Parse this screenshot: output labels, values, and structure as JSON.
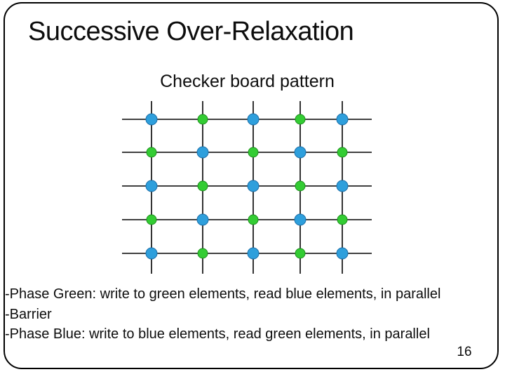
{
  "slide": {
    "title": "Successive Over-Relaxation",
    "subtitle": "Checker board pattern",
    "notes": [
      "-Phase Green: write to green elements, read blue elements, in parallel",
      "-Barrier",
      "-Phase Blue: write to blue elements, read green elements, in parallel"
    ],
    "page_number": "16",
    "border_color": "#000000",
    "background_color": "#ffffff",
    "text_color": "#0d0d0d"
  },
  "grid": {
    "rows": 5,
    "cols": 5,
    "col_x": [
      216,
      289,
      361,
      428,
      488
    ],
    "row_y": [
      170,
      217,
      265,
      313,
      361
    ],
    "h_extent": [
      174,
      530
    ],
    "v_extent": [
      144,
      390
    ],
    "line_color": "#000000",
    "line_width": 1.6,
    "pattern": [
      [
        "blue",
        "green",
        "blue",
        "green",
        "blue"
      ],
      [
        "green",
        "blue",
        "green",
        "blue",
        "green"
      ],
      [
        "blue",
        "green",
        "blue",
        "green",
        "blue"
      ],
      [
        "green",
        "blue",
        "green",
        "blue",
        "green"
      ],
      [
        "blue",
        "green",
        "blue",
        "green",
        "blue"
      ]
    ],
    "node_styles": {
      "blue": {
        "fill": "#2E9FDC",
        "stroke": "#1D6FA8",
        "radius": 8
      },
      "green": {
        "fill": "#33CC33",
        "stroke": "#1E8E1E",
        "radius": 7
      }
    }
  }
}
